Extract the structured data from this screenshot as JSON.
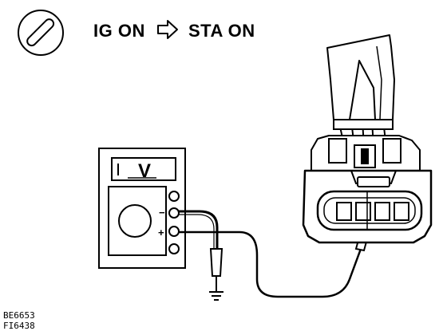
{
  "header": {
    "condition_from": "IG ON",
    "condition_to": "STA ON",
    "arrow_icon": "hollow-right-arrow"
  },
  "meter": {
    "mode_label": "V",
    "minus_sign": "−",
    "plus_sign": "+"
  },
  "footer": {
    "code_1": "BE6653",
    "code_2": "FI6438"
  },
  "icons": {
    "ignition": "ignition-key-icon",
    "ground": "ground-icon"
  }
}
